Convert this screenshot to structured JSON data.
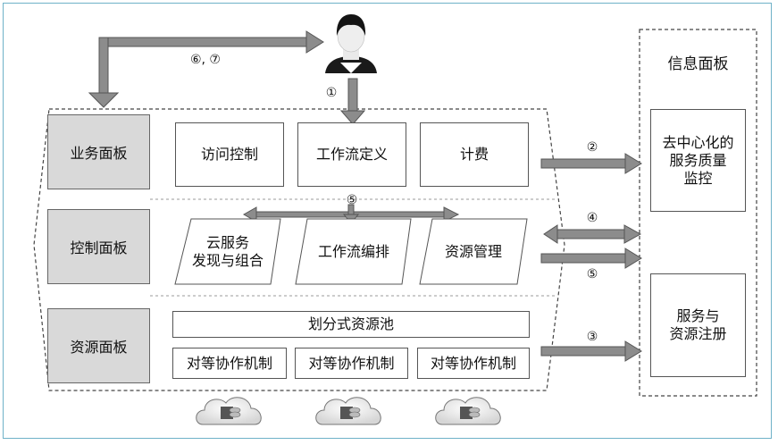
{
  "layers": {
    "business": "业务面板",
    "control": "控制面板",
    "resource": "资源面板"
  },
  "business_items": [
    "访问控制",
    "工作流定义",
    "计费"
  ],
  "control_items": [
    "云服务\n发现与组合",
    "工作流编排",
    "资源管理"
  ],
  "resource_pool": "划分式资源池",
  "p2p_items": [
    "对等协作机制",
    "对等协作机制",
    "对等协作机制"
  ],
  "info_panel": {
    "title": "信息面板",
    "monitor": "去中心化的\n服务质量\n监控",
    "registry": "服务与\n资源注册"
  },
  "markers": {
    "top_loop": "⑥, ⑦",
    "user_down": "①",
    "control_internal": "⑤",
    "to_monitor": "②",
    "bidirectional": "④",
    "control_out": "⑤",
    "to_registry": "③"
  },
  "icons": [
    "user-icon",
    "cloud-server-icon"
  ]
}
